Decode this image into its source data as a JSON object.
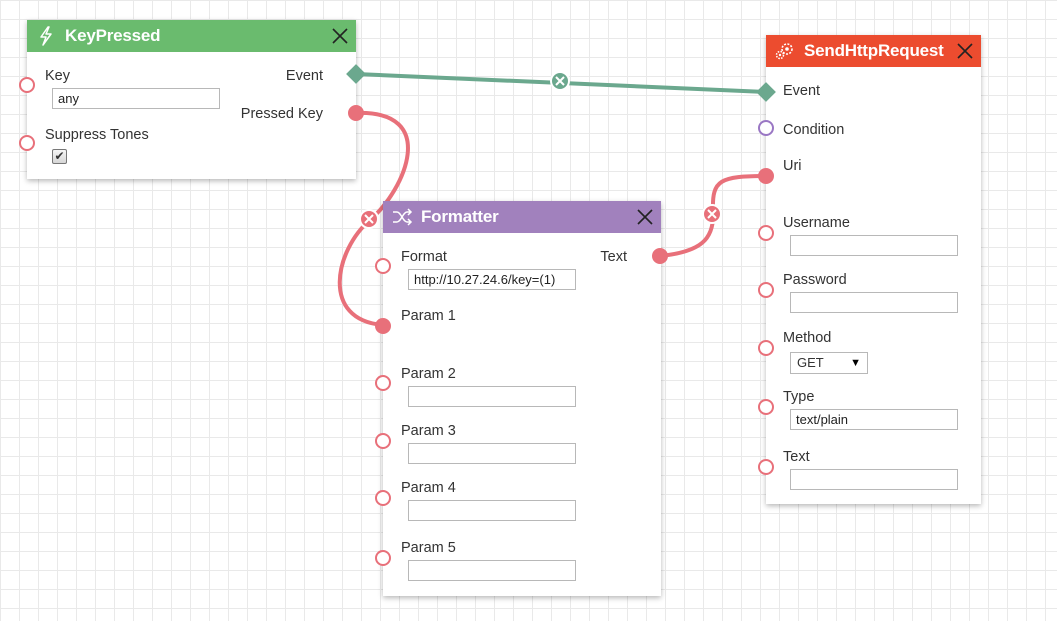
{
  "colors": {
    "keypressed_header": "#6abb6e",
    "formatter_header": "#a181bd",
    "sendhttp_header": "#ec4c2f",
    "event_wire": "#6ba88e",
    "data_wire": "#e8707a",
    "condition_port": "#9a77c4"
  },
  "keypressed": {
    "title": "KeyPressed",
    "icon": "lightning-icon",
    "key_label": "Key",
    "key_value": "any",
    "suppress_label": "Suppress Tones",
    "suppress_checked": true,
    "event_label": "Event",
    "pressed_key_label": "Pressed Key"
  },
  "formatter": {
    "title": "Formatter",
    "icon": "shuffle-icon",
    "format_label": "Format",
    "format_value": "http://10.27.24.6/key=(1)",
    "text_label": "Text",
    "params": [
      {
        "label": "Param 1",
        "value": "",
        "connected": true,
        "has_input": false
      },
      {
        "label": "Param 2",
        "value": "",
        "connected": false,
        "has_input": true
      },
      {
        "label": "Param 3",
        "value": "",
        "connected": false,
        "has_input": true
      },
      {
        "label": "Param 4",
        "value": "",
        "connected": false,
        "has_input": true
      },
      {
        "label": "Param 5",
        "value": "",
        "connected": false,
        "has_input": true
      }
    ]
  },
  "sendhttp": {
    "title": "SendHttpRequest",
    "icon": "gears-icon",
    "event_label": "Event",
    "condition_label": "Condition",
    "uri_label": "Uri",
    "username_label": "Username",
    "username_value": "",
    "password_label": "Password",
    "password_value": "",
    "method_label": "Method",
    "method_value": "GET",
    "type_label": "Type",
    "type_value": "text/plain",
    "text_label": "Text",
    "text_value": ""
  },
  "connections": [
    {
      "from": "KeyPressed.Event",
      "to": "SendHttpRequest.Event",
      "kind": "event"
    },
    {
      "from": "KeyPressed.Pressed Key",
      "to": "Formatter.Param 1",
      "kind": "data"
    },
    {
      "from": "Formatter.Text",
      "to": "SendHttpRequest.Uri",
      "kind": "data"
    }
  ]
}
